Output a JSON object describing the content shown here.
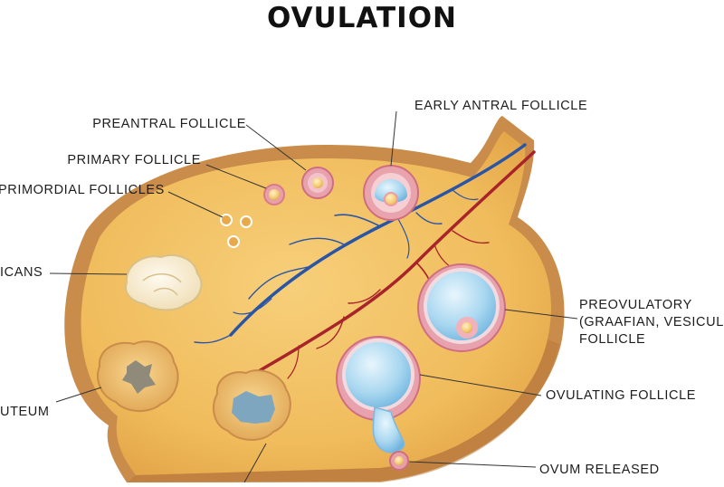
{
  "title": "OVULATION",
  "labels": {
    "preantral": "PREANTRAL FOLLICLE",
    "primary": "PRIMARY FOLLICLE",
    "primordial": "PRIMORDIAL FOLLICLES",
    "albicans": "ICANS",
    "luteum": "UTEUM",
    "early_antral": "EARLY ANTRAL FOLLICLE",
    "preovulatory_1": "PREOVULATORY",
    "preovulatory_2": "(GRAAFIAN, VESICUL",
    "preovulatory_3": "FOLLICLE",
    "ovulating": "OVULATING FOLLICLE",
    "ovum_released": "OVUM RELEASED"
  },
  "colors": {
    "stroma": "#f0bf60",
    "capsule": "#c98c4a",
    "artery": "#a8232a",
    "vein": "#2a55a6",
    "antrum": "#a8d6ef",
    "granulosa": "#d97a88"
  }
}
